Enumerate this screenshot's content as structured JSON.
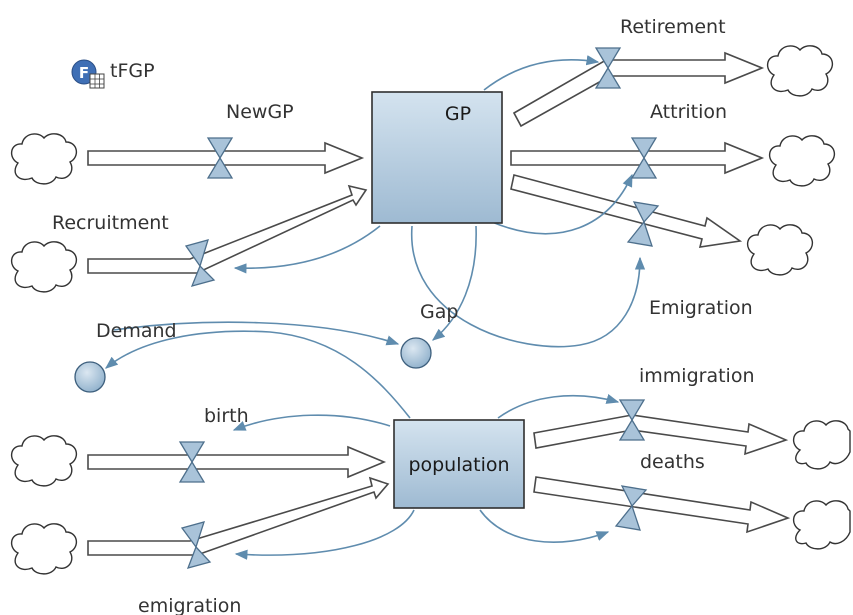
{
  "diagram": {
    "stocks": {
      "gp": {
        "label": "GP"
      },
      "population": {
        "label": "population"
      }
    },
    "flows": {
      "newgp": {
        "label": "NewGP"
      },
      "recruitment": {
        "label": "Recruitment"
      },
      "retirement": {
        "label": "Retirement"
      },
      "attrition": {
        "label": "Attrition"
      },
      "emigration_gp": {
        "label": "Emigration"
      },
      "birth": {
        "label": "birth"
      },
      "emigration_pop": {
        "label": "emigration"
      },
      "immigration": {
        "label": "immigration"
      },
      "deaths": {
        "label": "deaths"
      }
    },
    "auxiliaries": {
      "demand": {
        "label": "Demand"
      },
      "gap": {
        "label": "Gap"
      }
    },
    "functions": {
      "tfgp": {
        "label": "tFGP",
        "badge": "F"
      }
    },
    "colors": {
      "stock_fill_top": "#d4e3ef",
      "stock_fill_bottom": "#9ebad2",
      "stock_border": "#2f2f2f",
      "valve_fill": "#a9c3d9",
      "link_color": "#5f8cae",
      "aux_fill": "#a9c3d9",
      "function_icon": "#3f6fb5"
    }
  }
}
